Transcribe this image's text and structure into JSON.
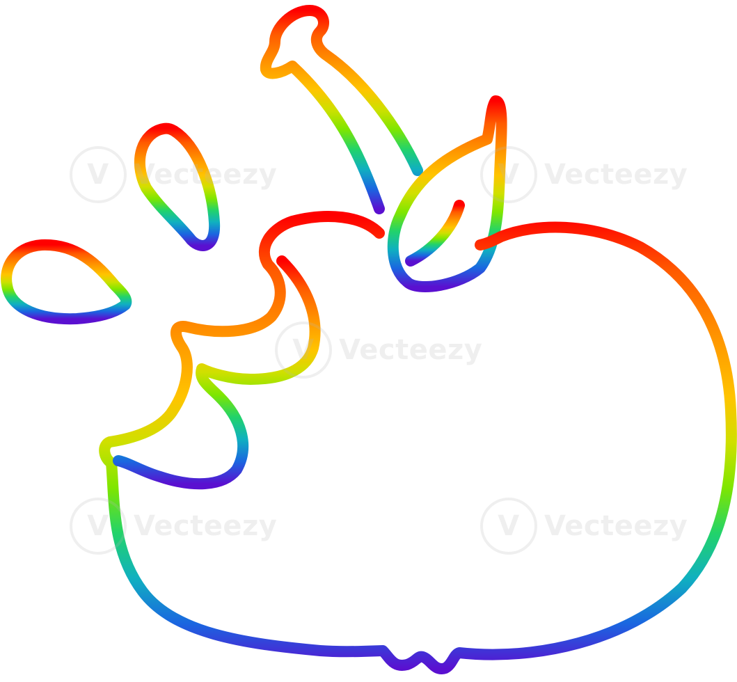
{
  "illustration": {
    "subject": "bitten-apple-line-drawing",
    "stroke_gradient": [
      "#ff0000",
      "#ff7f00",
      "#ffaa00",
      "#e6e600",
      "#7fff00",
      "#00cc66",
      "#0099cc",
      "#3333ff",
      "#6600cc"
    ]
  },
  "watermark": {
    "text": "Vecteezy",
    "logo_glyph": "V"
  }
}
